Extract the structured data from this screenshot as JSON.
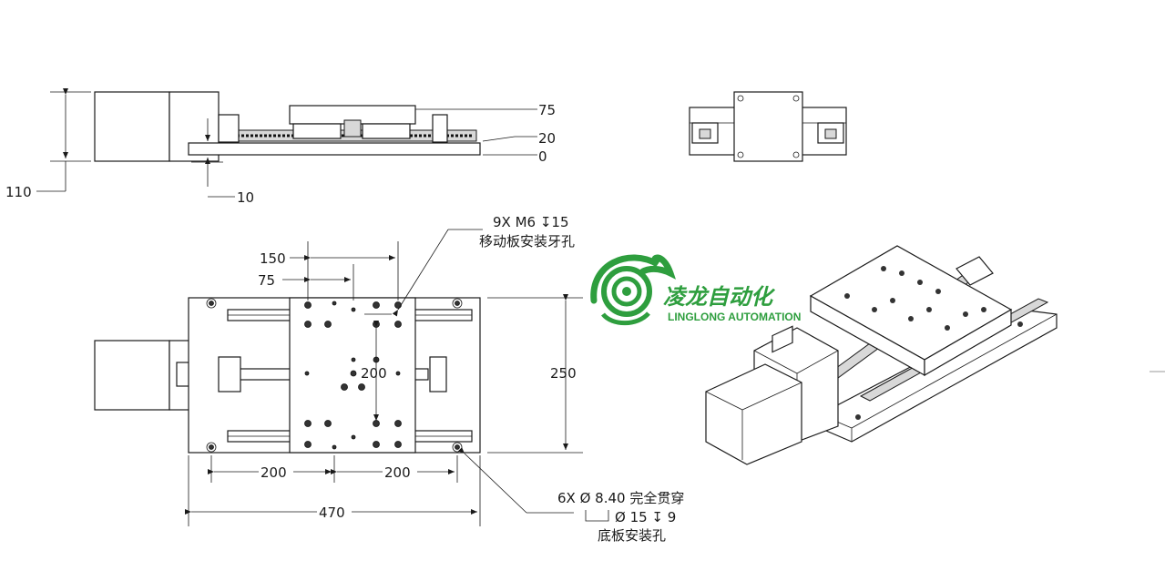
{
  "side_view": {
    "dim_height": "110",
    "dim_base": "10",
    "dim_top": "75",
    "dim_mid": "20",
    "dim_zero": "0"
  },
  "top_view": {
    "hole_note_line1": "9X  M6 ↧15",
    "hole_note_line2": "移动板安装牙孔",
    "dim_150": "150",
    "dim_75": "75",
    "dim_200_v": "200",
    "dim_250": "250",
    "dim_200_left": "200",
    "dim_200_right": "200",
    "dim_470": "470",
    "base_note_line1": "6X  Ø 8.40 完全贯穿",
    "base_note_line2": "Ø 15 ↧ 9",
    "base_note_line3": "底板安装孔"
  },
  "brand": {
    "name_cn": "凌龙自动化",
    "name_en": "LINGLONG AUTOMATION",
    "color": "#2e9e3e"
  }
}
